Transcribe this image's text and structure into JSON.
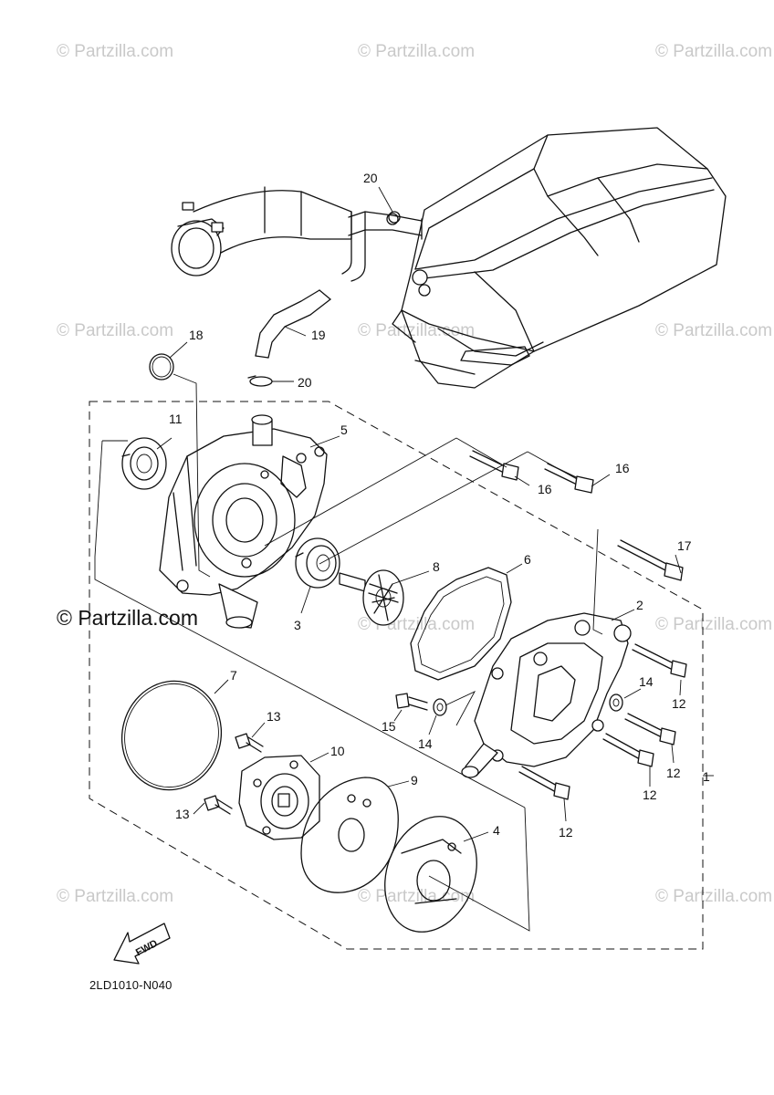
{
  "watermark": {
    "text": "© Partzilla.com",
    "main_text": "© Partzilla.com"
  },
  "diagram_code": "2LD1010-N040",
  "fwd_label": "FWD",
  "callouts": {
    "c1": "1",
    "c2": "2",
    "c3": "3",
    "c4": "4",
    "c5": "5",
    "c6": "6",
    "c7": "7",
    "c8": "8",
    "c9": "9",
    "c10": "10",
    "c11": "11",
    "c12a": "12",
    "c12b": "12",
    "c12c": "12",
    "c12d": "12",
    "c13a": "13",
    "c13b": "13",
    "c14a": "14",
    "c14b": "14",
    "c15": "15",
    "c16a": "16",
    "c16b": "16",
    "c17": "17",
    "c18": "18",
    "c19": "19",
    "c20a": "20",
    "c20b": "20"
  },
  "colors": {
    "line": "#111111",
    "watermark": "#c9c9c9",
    "background": "#ffffff"
  }
}
